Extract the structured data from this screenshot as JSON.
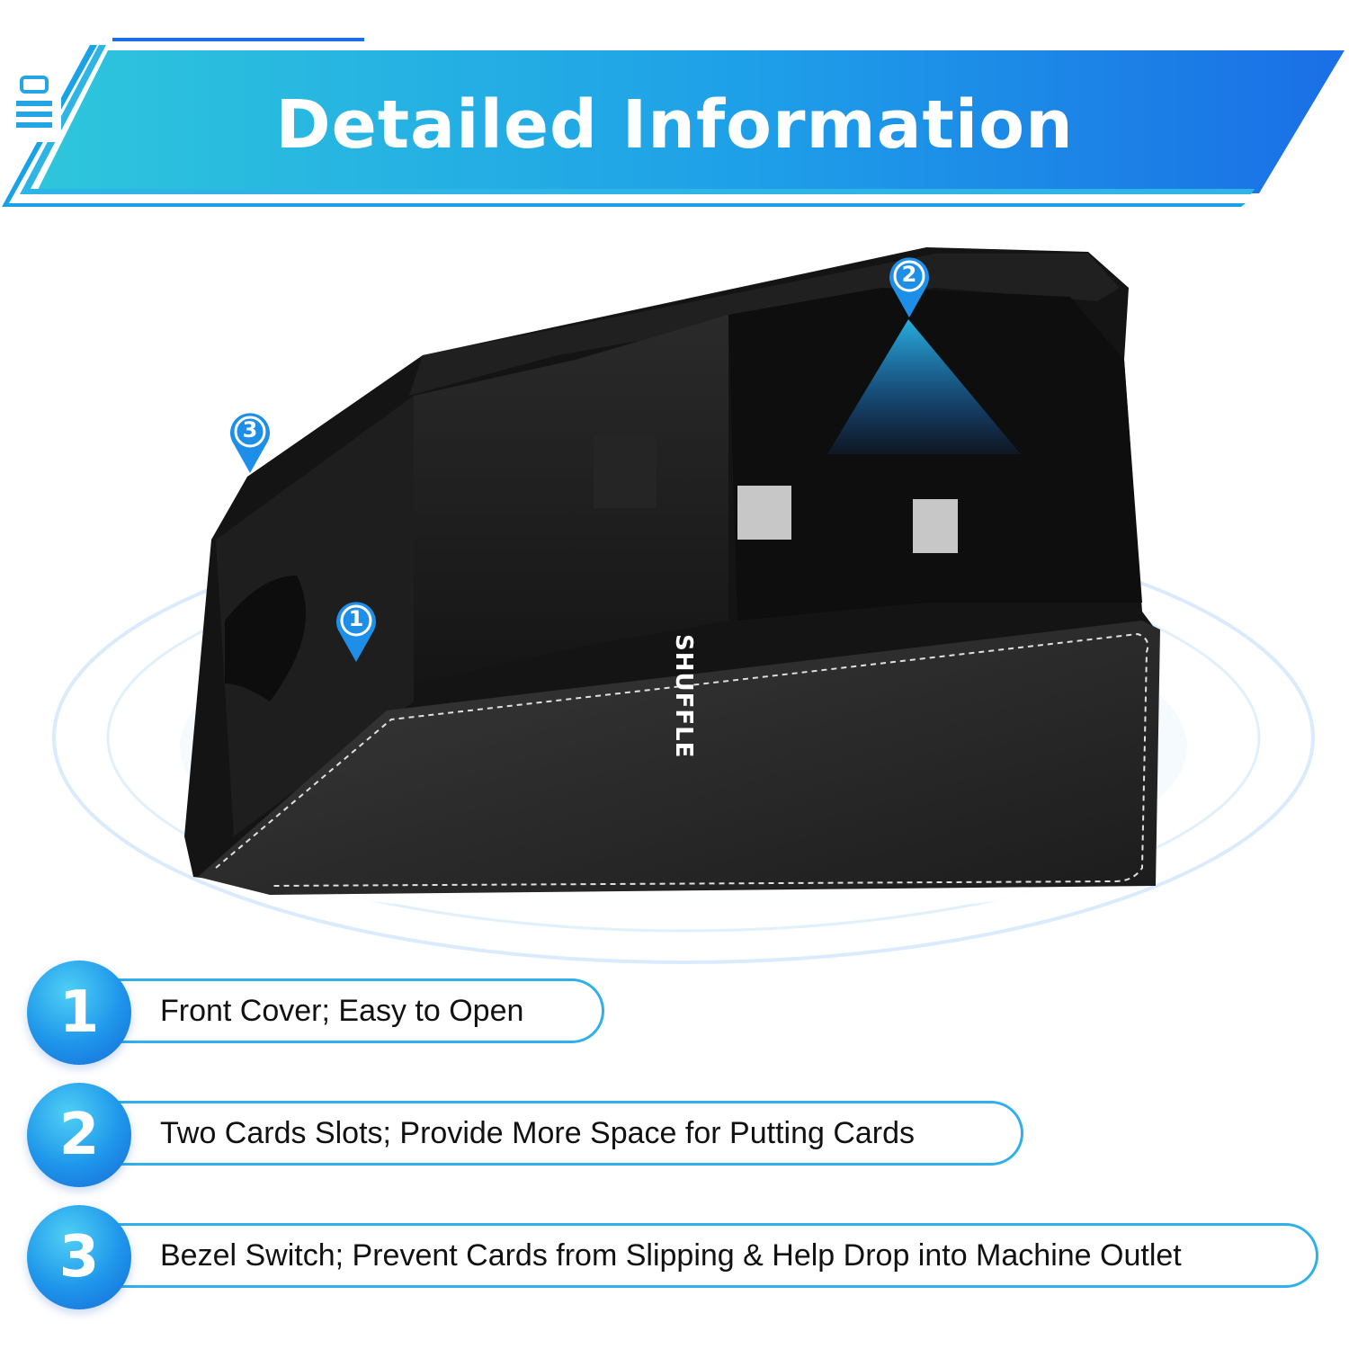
{
  "header": {
    "title": "Detailed Information",
    "icon": "clipboard-icon"
  },
  "product": {
    "brand_label": "SHUFFLE",
    "callouts": [
      {
        "number": "1"
      },
      {
        "number": "2"
      },
      {
        "number": "3"
      }
    ]
  },
  "features": [
    {
      "number": "1",
      "text": "Front Cover; Easy to Open"
    },
    {
      "number": "2",
      "text": "Two Cards Slots; Provide More Space for Putting Cards"
    },
    {
      "number": "3",
      "text": "Bezel Switch; Prevent Cards from Slipping & Help Drop into Machine Outlet"
    }
  ],
  "colors": {
    "banner_start": "#2ec6dc",
    "banner_end": "#1a6fe6",
    "accent": "#2fb0e8",
    "device": "#1e1e1e"
  }
}
